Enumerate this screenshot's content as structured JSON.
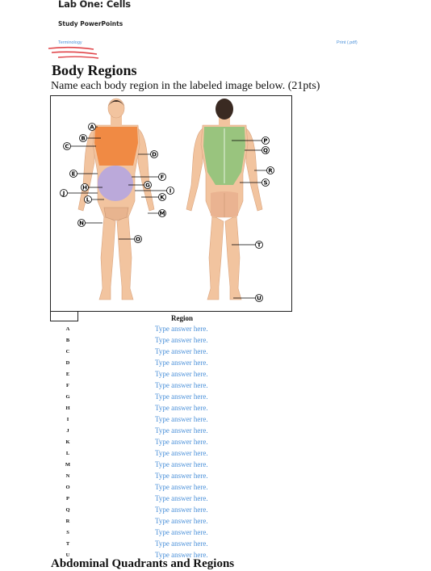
{
  "header": {
    "lab_title": "Lab One: Cells",
    "study_label": "Study PowerPoints",
    "terminology_link": "Terminology",
    "print_link": "Print (.pdf)"
  },
  "section": {
    "heading": "Body Regions",
    "instruction": "Name each body region in the labeled image below. (21pts)"
  },
  "figure": {
    "front_labels": [
      "A",
      "B",
      "C",
      "D",
      "E",
      "F",
      "G",
      "H",
      "I",
      "J",
      "K",
      "L",
      "M",
      "N",
      "O"
    ],
    "back_labels": [
      "P",
      "Q",
      "R",
      "S",
      "T",
      "U"
    ]
  },
  "table": {
    "header": "Region",
    "rows": [
      {
        "letter": "A",
        "answer": "Type answer here."
      },
      {
        "letter": "B",
        "answer": "Type answer here."
      },
      {
        "letter": "C",
        "answer": "Type answer here."
      },
      {
        "letter": "D",
        "answer": "Type answer here."
      },
      {
        "letter": "E",
        "answer": "Type answer here."
      },
      {
        "letter": "F",
        "answer": "Type answer here."
      },
      {
        "letter": "G",
        "answer": "Type answer here."
      },
      {
        "letter": "H",
        "answer": "Type answer here."
      },
      {
        "letter": "I",
        "answer": "Type answer here."
      },
      {
        "letter": "J",
        "answer": "Type answer here."
      },
      {
        "letter": "K",
        "answer": "Type answer here."
      },
      {
        "letter": "L",
        "answer": "Type answer here."
      },
      {
        "letter": "M",
        "answer": "Type answer here."
      },
      {
        "letter": "N",
        "answer": "Type answer here."
      },
      {
        "letter": "O",
        "answer": "Type answer here."
      },
      {
        "letter": "P",
        "answer": "Type answer here."
      },
      {
        "letter": "Q",
        "answer": "Type answer here."
      },
      {
        "letter": "R",
        "answer": "Type answer here."
      },
      {
        "letter": "S",
        "answer": "Type answer here."
      },
      {
        "letter": "T",
        "answer": "Type answer here."
      },
      {
        "letter": "U",
        "answer": "Type answer here."
      }
    ]
  },
  "next_heading_partial": "Abdominal Quadrants and Regions",
  "colors": {
    "link": "#4a90d9",
    "skin": "#f2c49f",
    "orange_region": "#f0843a",
    "purple_region": "#b5a6e0",
    "green_region": "#8fc47a",
    "scribble": "#e0454a"
  }
}
